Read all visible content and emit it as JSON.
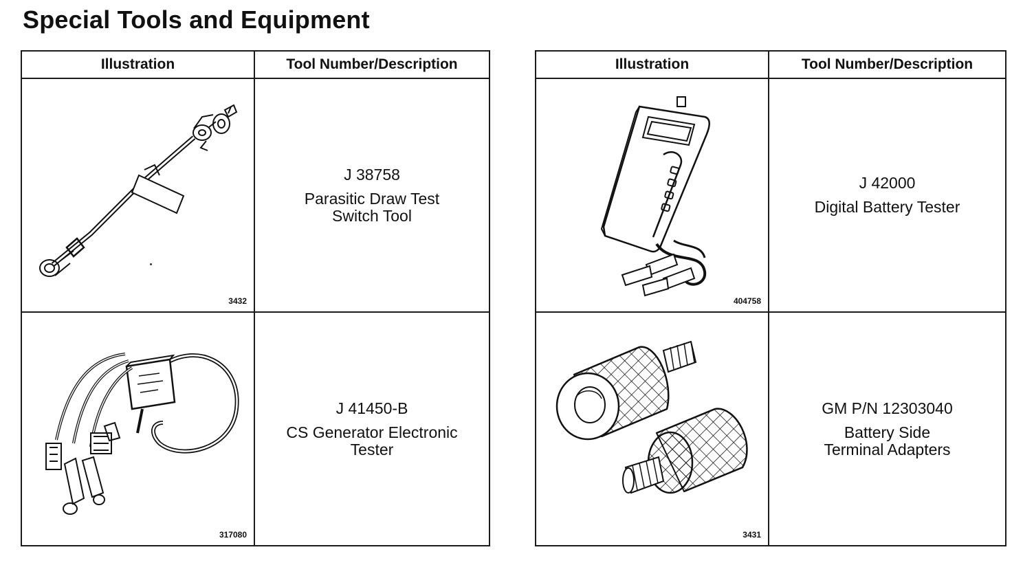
{
  "page": {
    "title": "Special Tools and Equipment"
  },
  "table_left": {
    "headers": {
      "illustration": "Illustration",
      "description": "Tool Number/Description"
    },
    "rows": [
      {
        "figure_id": "3432",
        "tool_number": "J 38758",
        "description": "Parasitic Draw Test\nSwitch Tool",
        "icon": "parasitic-draw-switch-tool-icon"
      },
      {
        "figure_id": "317080",
        "tool_number": "J 41450-B",
        "description": "CS Generator Electronic\nTester",
        "icon": "cs-generator-tester-icon"
      }
    ]
  },
  "table_right": {
    "headers": {
      "illustration": "Illustration",
      "description": "Tool Number/Description"
    },
    "rows": [
      {
        "figure_id": "404758",
        "tool_number": "J 42000",
        "description": "Digital Battery Tester",
        "icon": "digital-battery-tester-icon"
      },
      {
        "figure_id": "3431",
        "tool_number": "GM P/N 12303040",
        "description": "Battery Side\nTerminal Adapters",
        "icon": "terminal-adapters-icon"
      }
    ]
  }
}
